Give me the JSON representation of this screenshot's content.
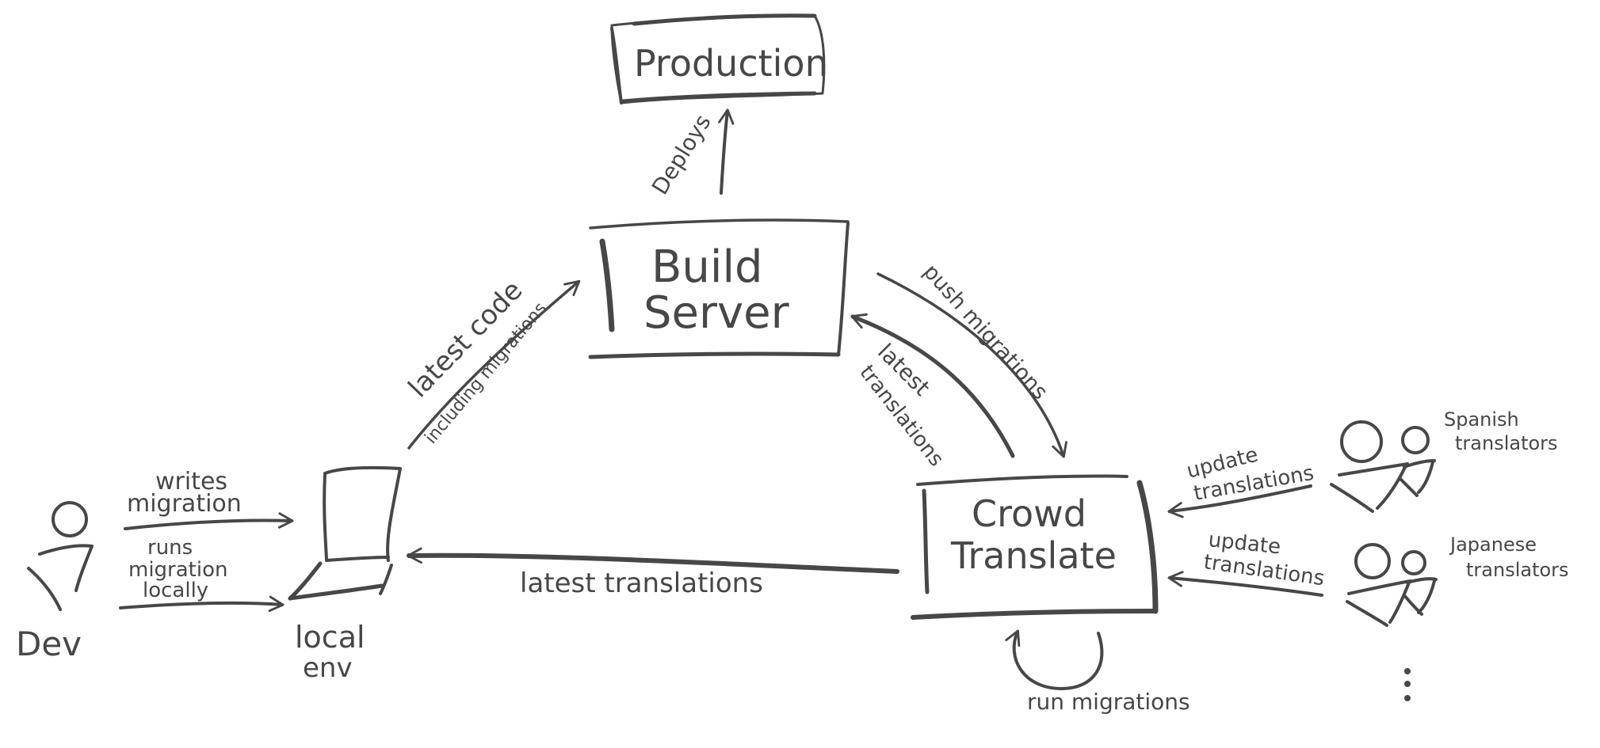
{
  "colors": {
    "ink": "#474747",
    "background": "#ffffff"
  },
  "nodes": {
    "production": "Production",
    "build_server": [
      "Build",
      "Server"
    ],
    "crowd_translate": [
      "Crowd",
      "Translate"
    ],
    "local_env": [
      "local",
      "env"
    ],
    "dev": "Dev",
    "spanish_translators": [
      "Spanish",
      "translators"
    ],
    "japanese_translators": [
      "Japanese",
      "translators"
    ],
    "more_translators": "⋮"
  },
  "edges": {
    "deploys": "Deploys",
    "latest_code": "latest code",
    "including_migrations": "including migrations",
    "push_migrations": "push migrations",
    "latest_translations_up": [
      "latest",
      "translations"
    ],
    "latest_translations": "latest translations",
    "writes_migration": [
      "writes",
      "migration"
    ],
    "runs_migration_locally": [
      "runs",
      "migration",
      "locally"
    ],
    "update_translations_spanish": [
      "update",
      "translations"
    ],
    "update_translations_japanese": [
      "update",
      "translations"
    ],
    "run_migrations": "run migrations"
  },
  "icons": {
    "dev": "person-icon",
    "laptop": "laptop-icon",
    "spanish": "translators-group-icon",
    "japanese": "translators-group-icon"
  }
}
